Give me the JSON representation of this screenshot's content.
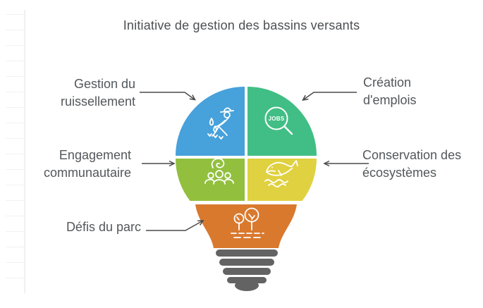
{
  "title": "Initiative de gestion des bassins versants",
  "colors": {
    "runoff_blue": "#47A1DB",
    "jobs_green": "#41BE85",
    "community_olive": "#92C03E",
    "ecosystem_yellow": "#E0D140",
    "base_orange": "#D9792E",
    "screw_gray": "#636363",
    "arrow_gray": "#4A4A4A",
    "icon_white": "#FFFFFF"
  },
  "labels": {
    "runoff": "Gestion du\nruissellement",
    "community": "Engagement\ncommunautaire",
    "park": "Défis du parc",
    "jobs": "Création\nd'emplois",
    "ecosystems": "Conservation des\nécosystèmes"
  },
  "bulb": {
    "jobs_badge": "JOBS",
    "icons": {
      "runoff": "farmer-sowing-icon",
      "jobs": "jobs-magnifier-icon",
      "community": "people-group-icon",
      "ecosystems": "whale-waves-icon",
      "park": "trees-ground-icon"
    }
  }
}
